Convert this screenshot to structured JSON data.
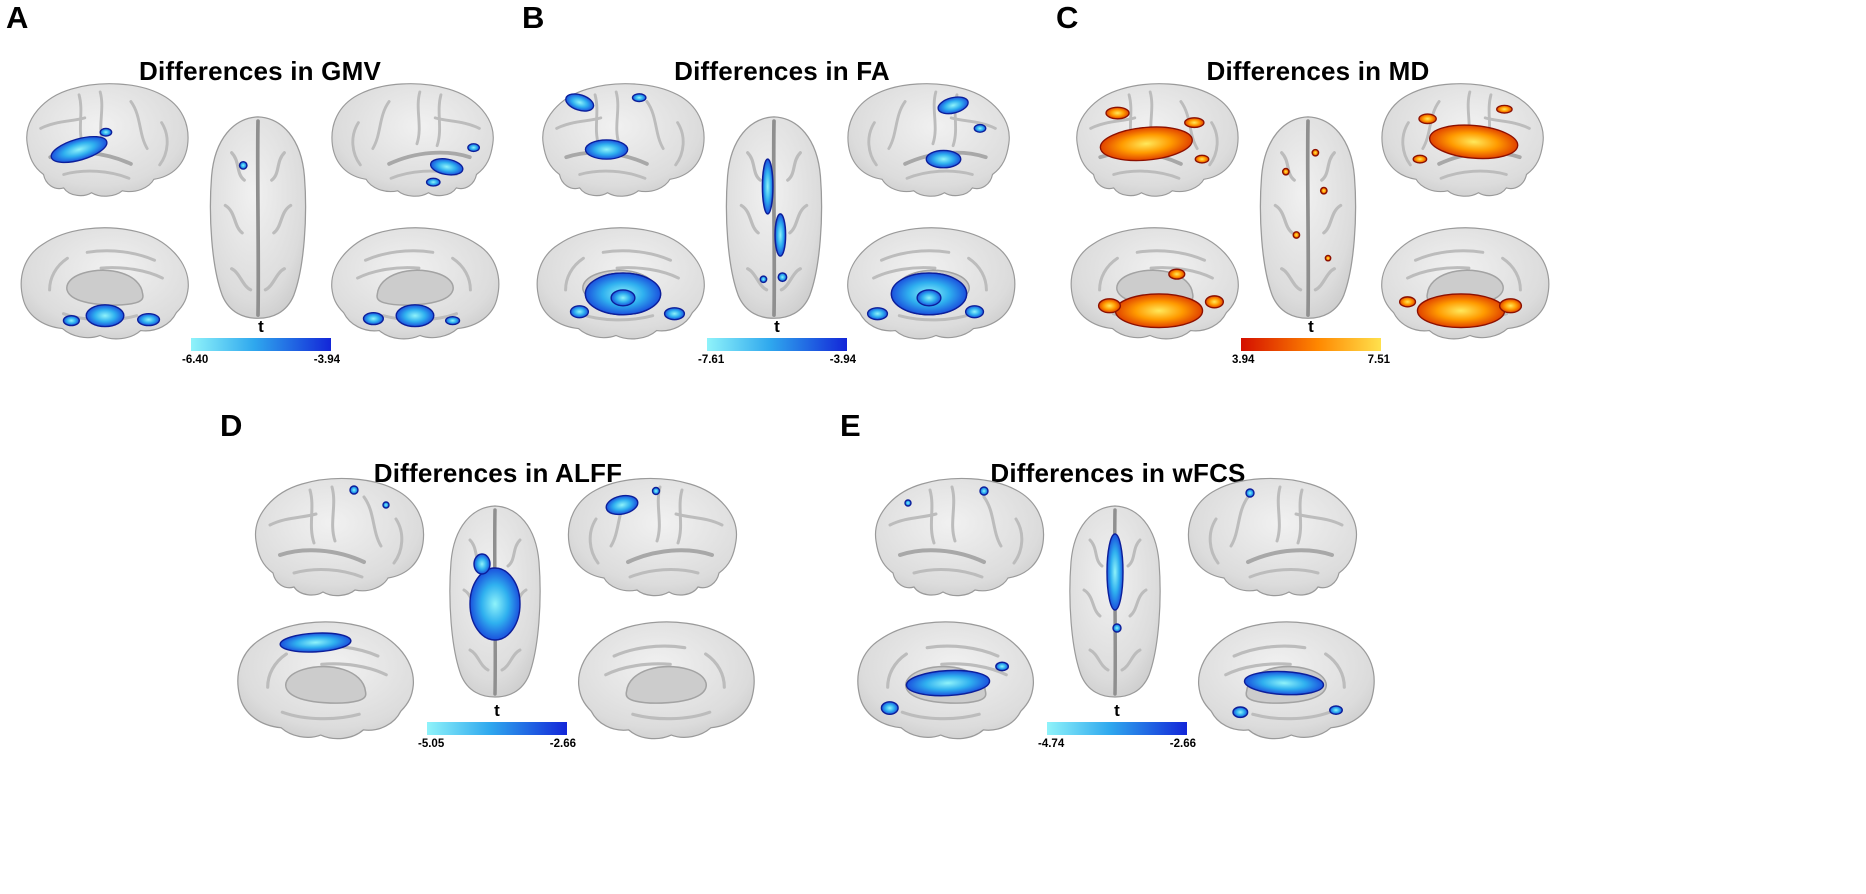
{
  "panels": [
    {
      "label": "A",
      "title": "Differences in GMV",
      "colorbar": {
        "stat_label": "t",
        "min": "-6.40",
        "max": "-3.94",
        "scheme": "cool"
      }
    },
    {
      "label": "B",
      "title": "Differences in FA",
      "colorbar": {
        "stat_label": "t",
        "min": "-7.61",
        "max": "-3.94",
        "scheme": "cool"
      }
    },
    {
      "label": "C",
      "title": "Differences in MD",
      "colorbar": {
        "stat_label": "t",
        "min": "3.94",
        "max": "7.51",
        "scheme": "hot"
      }
    },
    {
      "label": "D",
      "title": "Differences in ALFF",
      "colorbar": {
        "stat_label": "t",
        "min": "-5.05",
        "max": "-2.66",
        "scheme": "cool"
      }
    },
    {
      "label": "E",
      "title": "Differences in wFCS",
      "colorbar": {
        "stat_label": "t",
        "min": "-4.74",
        "max": "-2.66",
        "scheme": "cool"
      }
    }
  ],
  "views_per_panel": [
    "lateral-left",
    "dorsal",
    "lateral-right",
    "medial-left",
    "medial-right"
  ],
  "colors": {
    "cool_gradient": [
      "#8FF3FA",
      "#2FA8EE",
      "#1326D8"
    ],
    "hot_gradient": [
      "#D40F00",
      "#FF8800",
      "#FFE14D"
    ],
    "brain_surface": "#DCDCDC",
    "background": "#FFFFFF"
  }
}
